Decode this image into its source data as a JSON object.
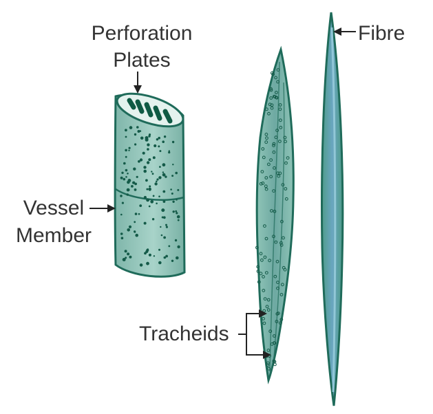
{
  "labels": {
    "perforation_line1": "Perforation",
    "perforation_line2": "Plates",
    "vessel_line1": "Vessel",
    "vessel_line2": "Member",
    "tracheids": "Tracheids",
    "fibre": "Fibre"
  },
  "colors": {
    "cell_fill": "#7fb6aa",
    "cell_light": "#a8d3c9",
    "cell_outline": "#1f6b5a",
    "pit_dot": "#145a48",
    "perforation_bar": "#0f5a44",
    "fibre_core": "#6aa6c0",
    "label_text": "#333333",
    "arrow": "#222222"
  }
}
